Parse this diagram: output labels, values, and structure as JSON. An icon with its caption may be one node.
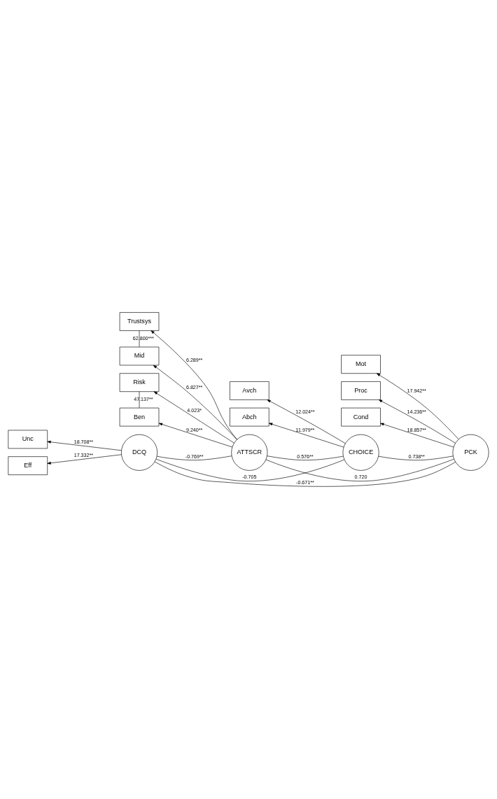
{
  "diagram": {
    "nodes": [
      {
        "text": [
          "Mot"
        ]
      },
      {
        "text": [
          "Proc"
        ]
      },
      {
        "text": [
          "Cond"
        ]
      },
      {
        "text": [
          "PCK"
        ]
      },
      {
        "text": [
          "Avch"
        ]
      },
      {
        "text": [
          "Abch"
        ]
      },
      {
        "text": [
          "CHOICE"
        ]
      },
      {
        "text": [
          "Trustsys"
        ]
      },
      {
        "text": [
          "Mid"
        ]
      },
      {
        "text": [
          "Risk"
        ]
      },
      {
        "text": [
          "Ben"
        ]
      },
      {
        "text": [
          "ATTSCR"
        ]
      },
      {
        "text": [
          "Unc"
        ]
      },
      {
        "text": [
          "Eff"
        ]
      },
      {
        "text": [
          "DCQ"
        ]
      }
    ],
    "edges": [
      {
        "from": 3,
        "to": 0,
        "arrow": "to",
        "label": "17.942**"
      },
      {
        "from": 3,
        "to": 1,
        "arrow": "to",
        "label": "14.236**"
      },
      {
        "from": 3,
        "to": 2,
        "arrow": "to",
        "label": "18.857**"
      },
      {
        "from": 6,
        "to": 4,
        "arrow": "to",
        "label": "12.024**"
      },
      {
        "from": 6,
        "to": 5,
        "arrow": "to",
        "label": "11.979**"
      },
      {
        "from": 11,
        "to": 7,
        "arrow": "to",
        "label": "6.289**"
      },
      {
        "from": 11,
        "to": 8,
        "arrow": "to",
        "label": "6.827**"
      },
      {
        "from": 11,
        "to": 9,
        "arrow": "to",
        "label": "4.023*"
      },
      {
        "from": 11,
        "to": 10,
        "arrow": "to",
        "label": "9.240**"
      },
      {
        "from": 14,
        "to": 12,
        "arrow": "to",
        "label": "18.708**"
      },
      {
        "from": 14,
        "to": 13,
        "arrow": "to",
        "label": "17.332**"
      },
      {
        "from": 7,
        "to": 8,
        "arrow": "none",
        "label": "62.800***"
      },
      {
        "from": 9,
        "to": 10,
        "arrow": "none",
        "label": "47.137**"
      },
      {
        "from": 3,
        "to": 6,
        "arrow": "none",
        "label": "0.738**"
      },
      {
        "from": 3,
        "to": 11,
        "arrow": "none",
        "label": "0.720"
      },
      {
        "from": 3,
        "to": 14,
        "arrow": "none",
        "label": "-0.671**"
      },
      {
        "from": 6,
        "to": 11,
        "arrow": "none",
        "label": "0.576**"
      },
      {
        "from": 6,
        "to": 14,
        "arrow": "none",
        "label": "-0.705"
      },
      {
        "from": 11,
        "to": 14,
        "arrow": "none",
        "label": "-0.769**"
      }
    ]
  }
}
